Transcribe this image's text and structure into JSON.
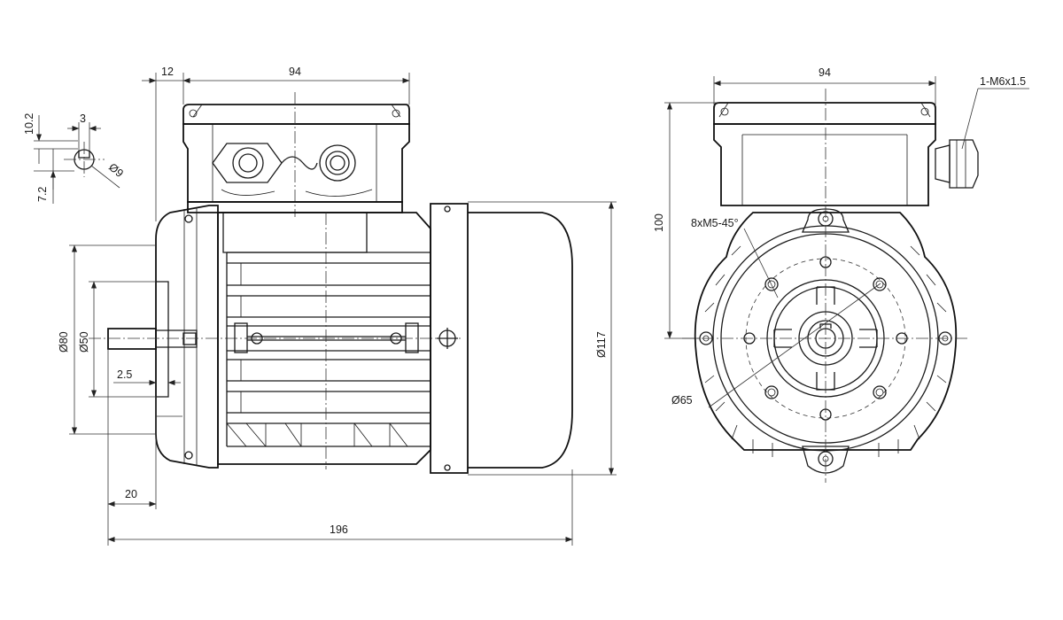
{
  "side_view": {
    "dim_flange_offset": "12",
    "dim_box_width": "94",
    "dim_flange_outer": "Ø80",
    "dim_spigot": "Ø50",
    "dim_spigot_depth": "2.5",
    "dim_shaft_length": "20",
    "dim_total_length": "196",
    "dim_fan_cover": "Ø117"
  },
  "keyway_detail": {
    "dim_key_width": "3",
    "dim_upper": "10.2",
    "dim_lower": "7.2",
    "dim_shaft_diameter": "Ø9"
  },
  "end_view": {
    "dim_box_width": "94",
    "dim_cable_gland": "1-M6x1.5",
    "dim_height": "100",
    "dim_holes": "8xM5-45°",
    "dim_pcd": "Ø65"
  }
}
